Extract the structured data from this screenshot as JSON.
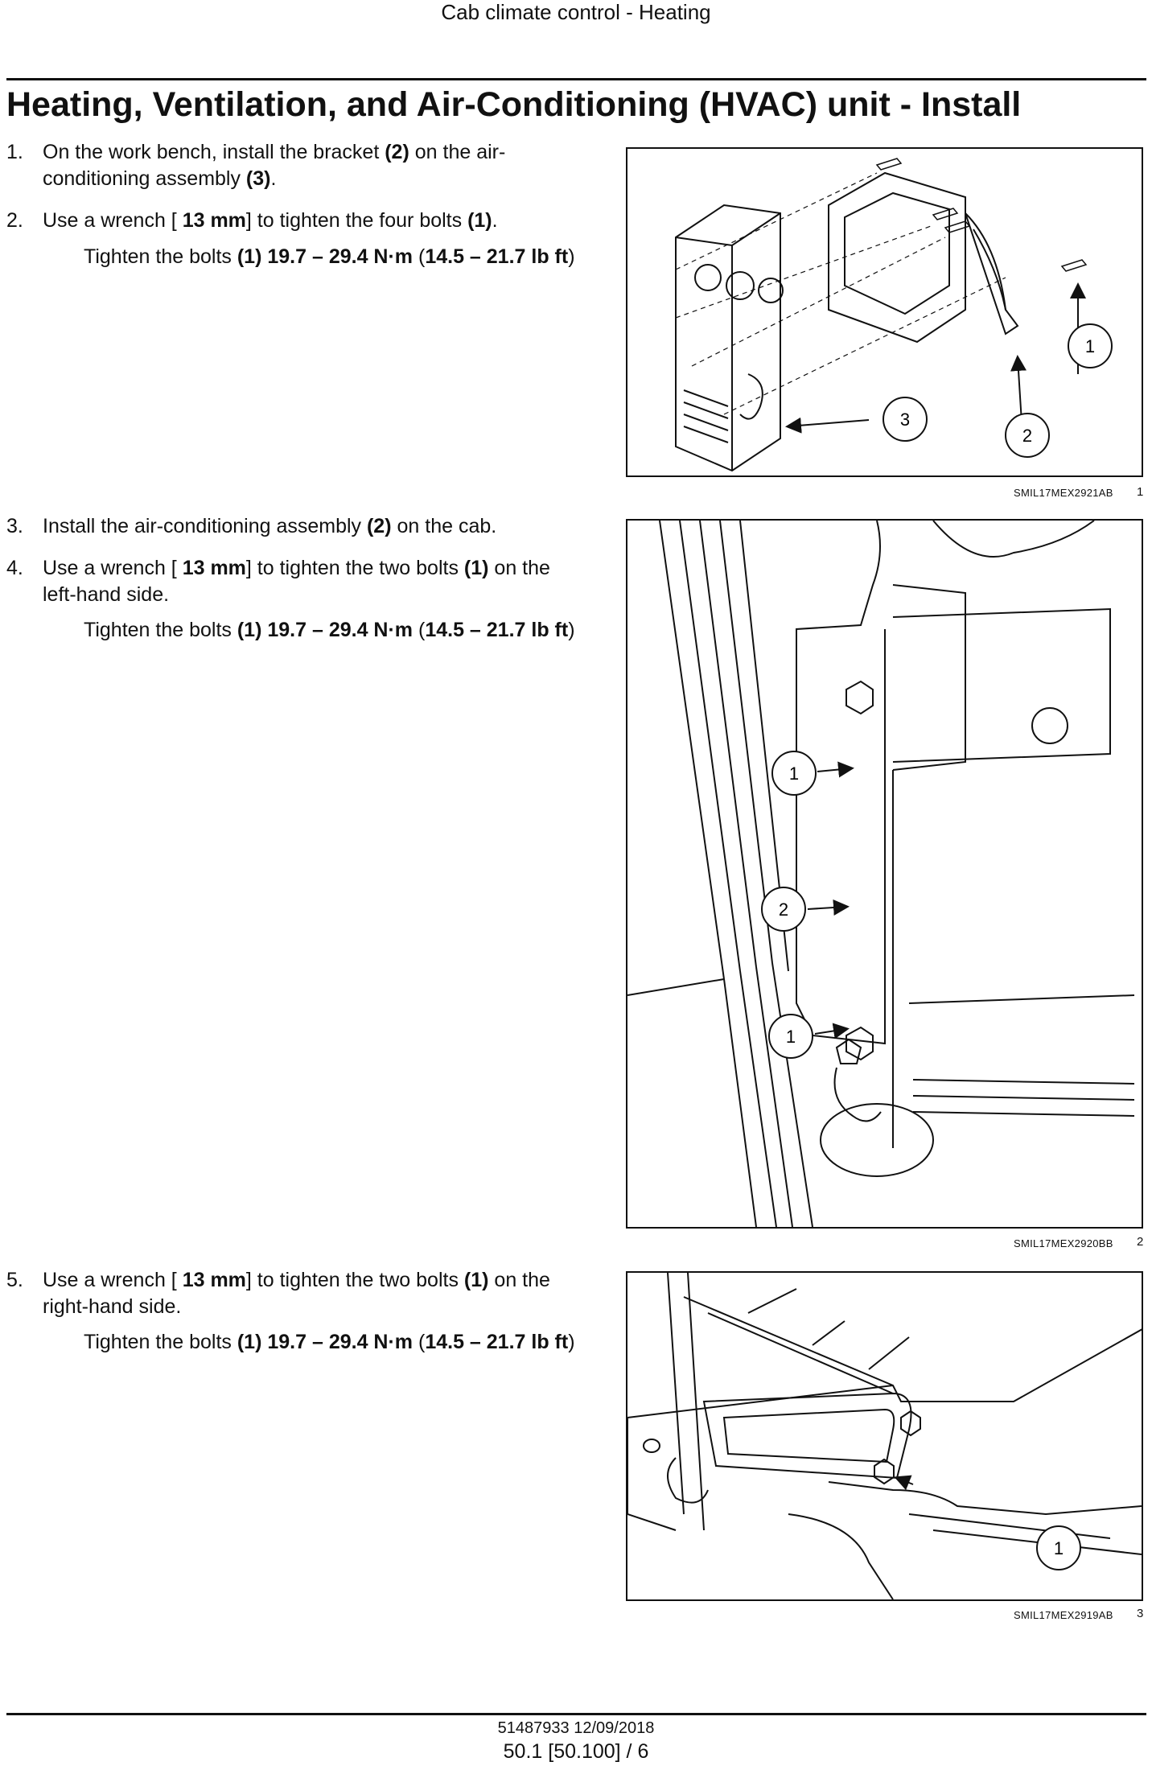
{
  "header": {
    "section_title": "Cab climate control - Heating"
  },
  "page_title": "Heating, Ventilation, and Air-Conditioning (HVAC) unit - Install",
  "steps": [
    {
      "num": "1.",
      "parts": [
        "On the work bench, install the bracket ",
        "(2)",
        " on the air-conditioning assembly ",
        "(3)",
        "."
      ]
    },
    {
      "num": "2.",
      "parts": [
        "Use a wrench [ ",
        "13 mm",
        "] to tighten the four bolts ",
        "(1)",
        "."
      ],
      "torque": [
        "Tighten the bolts ",
        "(1)",
        " ",
        "19.7 – 29.4 N·m",
        " (",
        "14.5 – 21.7 lb ft",
        ")"
      ]
    },
    {
      "num": "3.",
      "parts": [
        "Install the air-conditioning assembly ",
        "(2)",
        " on the cab."
      ]
    },
    {
      "num": "4.",
      "parts": [
        "Use a wrench [ ",
        "13 mm",
        "] to tighten the two bolts ",
        "(1)",
        " on the left-hand side."
      ],
      "torque": [
        "Tighten the bolts ",
        "(1)",
        " ",
        "19.7 – 29.4 N·m",
        " (",
        "14.5 – 21.7 lb ft",
        ")"
      ]
    },
    {
      "num": "5.",
      "parts": [
        "Use a wrench [ ",
        "13 mm",
        "] to tighten the two bolts ",
        "(1)",
        " on the right-hand side."
      ],
      "torque": [
        "Tighten the bolts ",
        "(1)",
        " ",
        "19.7 – 29.4 N·m",
        " (",
        "14.5 – 21.7 lb ft",
        ")"
      ]
    }
  ],
  "figures": [
    {
      "code": "SMIL17MEX2921AB",
      "number": "1",
      "callouts": [
        "1",
        "2",
        "3"
      ]
    },
    {
      "code": "SMIL17MEX2920BB",
      "number": "2",
      "callouts": [
        "1",
        "2",
        "1"
      ]
    },
    {
      "code": "SMIL17MEX2919AB",
      "number": "3",
      "callouts": [
        "1"
      ]
    }
  ],
  "footer": {
    "doc_id": "51487933 12/09/2018",
    "page_ref": "50.1 [50.100] / 6"
  }
}
